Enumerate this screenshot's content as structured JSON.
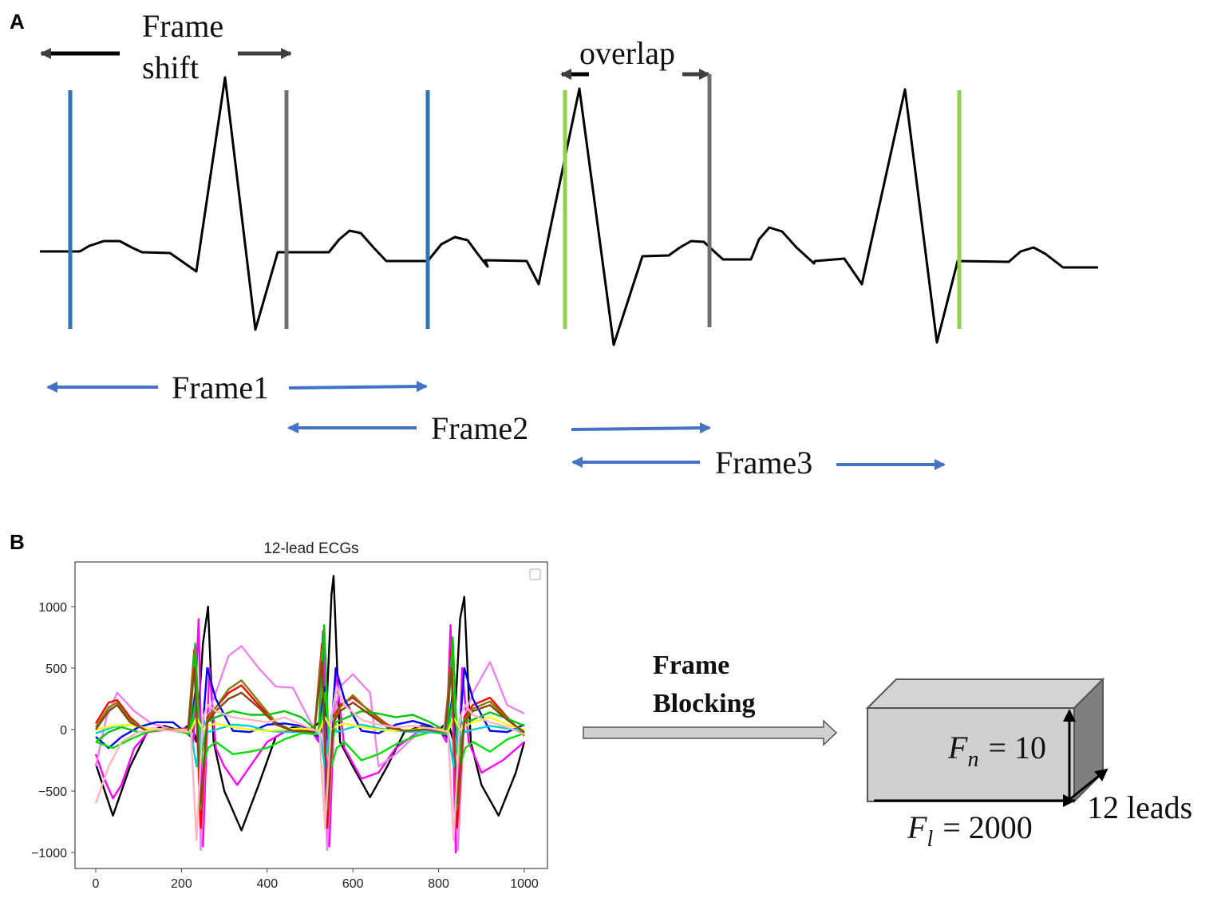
{
  "panel_a": {
    "label": "A",
    "frame_shift_line1": "Frame",
    "frame_shift_line2": "shift",
    "overlap_label": "overlap",
    "frame1_label": "Frame1",
    "frame2_label": "Frame2",
    "frame3_label": "Frame3",
    "colors": {
      "frame1_boundary": "#2e75b6",
      "frame2_boundary": "#707070",
      "frame3_boundary": "#92d050",
      "span_arrow": "#4472c4",
      "signal": "#000000"
    }
  },
  "panel_b": {
    "label": "B",
    "arrow_label_line1": "Frame",
    "arrow_label_line2": "Blocking",
    "block": {
      "fn_symbol": "F",
      "fn_sub": "n",
      "fn_value": "= 10",
      "fl_symbol": "F",
      "fl_sub": "l",
      "fl_value": "= 2000",
      "leads_label": "12 leads"
    }
  },
  "chart_data": {
    "type": "line",
    "title": "12-lead ECGs",
    "xlabel": "",
    "ylabel": "",
    "xlim": [
      -20,
      1005
    ],
    "ylim": [
      -1120,
      1350
    ],
    "xticks": [
      0,
      200,
      400,
      600,
      800,
      1000
    ],
    "yticks": [
      -1000,
      -500,
      0,
      500,
      1000
    ],
    "legend": "top-right (empty box)",
    "grid": false,
    "series": [
      {
        "color": "#000000",
        "amp": 1.0,
        "base": -0.15,
        "x": [
          0,
          40,
          80,
          120,
          160,
          200,
          222,
          235,
          250,
          262,
          275,
          300,
          340,
          380,
          420,
          460,
          500,
          522,
          535,
          550,
          555,
          570,
          600,
          640,
          680,
          720,
          760,
          800,
          822,
          835,
          850,
          860,
          875,
          900,
          940,
          980,
          1000
        ],
        "y": [
          -280,
          -700,
          -300,
          -20,
          30,
          -10,
          50,
          -100,
          700,
          1000,
          -100,
          -500,
          -820,
          -450,
          -60,
          20,
          0,
          60,
          -100,
          1100,
          1250,
          -100,
          -300,
          -550,
          -300,
          -20,
          30,
          0,
          60,
          -100,
          900,
          1080,
          -100,
          -450,
          -700,
          -350,
          -100
        ]
      },
      {
        "color": "#ff00ff",
        "amp": 0.9,
        "base": 0.0,
        "x": [
          0,
          20,
          40,
          60,
          90,
          130,
          170,
          210,
          228,
          240,
          250,
          265,
          280,
          300,
          330,
          360,
          400,
          450,
          500,
          520,
          530,
          545,
          560,
          580,
          620,
          660,
          700,
          760,
          800,
          818,
          828,
          840,
          855,
          870,
          900,
          950,
          1000
        ],
        "y": [
          -200,
          -400,
          -560,
          -450,
          -150,
          10,
          0,
          10,
          -100,
          900,
          -950,
          500,
          -150,
          -300,
          -450,
          -300,
          -100,
          0,
          10,
          -100,
          800,
          -950,
          500,
          -150,
          -400,
          -350,
          -150,
          0,
          10,
          -100,
          850,
          -1000,
          500,
          -100,
          -350,
          -250,
          -100
        ]
      },
      {
        "color": "#ee82ee",
        "amp": 1.0,
        "base": 0.0,
        "x": [
          0,
          25,
          50,
          90,
          130,
          180,
          215,
          232,
          245,
          260,
          280,
          310,
          340,
          380,
          420,
          460,
          510,
          525,
          540,
          555,
          570,
          600,
          640,
          660,
          700,
          760,
          812,
          830,
          845,
          860,
          880,
          920,
          960,
          1000
        ],
        "y": [
          -300,
          100,
          300,
          150,
          50,
          0,
          -10,
          600,
          -980,
          100,
          300,
          600,
          680,
          500,
          350,
          340,
          0,
          500,
          -980,
          100,
          350,
          450,
          300,
          -300,
          -200,
          0,
          -10,
          500,
          -980,
          100,
          300,
          550,
          200,
          130
        ]
      },
      {
        "color": "#ff0000",
        "amp": 1.0,
        "base": 0.0,
        "x": [
          0,
          30,
          50,
          80,
          120,
          170,
          215,
          230,
          245,
          260,
          280,
          310,
          340,
          380,
          420,
          460,
          510,
          528,
          540,
          555,
          570,
          600,
          640,
          680,
          720,
          770,
          815,
          830,
          843,
          860,
          880,
          920,
          960,
          1000
        ],
        "y": [
          50,
          220,
          240,
          100,
          -20,
          0,
          -10,
          650,
          -800,
          100,
          180,
          300,
          360,
          200,
          50,
          -20,
          -10,
          700,
          -800,
          100,
          200,
          260,
          150,
          40,
          -10,
          0,
          -10,
          650,
          -800,
          100,
          200,
          260,
          100,
          -50
        ]
      },
      {
        "color": "#808000",
        "amp": 1.0,
        "base": 0.0,
        "x": [
          0,
          30,
          50,
          80,
          120,
          170,
          215,
          230,
          245,
          260,
          280,
          310,
          340,
          380,
          420,
          460,
          510,
          528,
          540,
          555,
          570,
          600,
          640,
          680,
          720,
          770,
          815,
          830,
          843,
          860,
          880,
          920,
          960,
          1000
        ],
        "y": [
          20,
          180,
          220,
          80,
          -10,
          0,
          -10,
          600,
          -650,
          80,
          180,
          330,
          400,
          230,
          60,
          -10,
          -10,
          650,
          -650,
          80,
          180,
          280,
          140,
          30,
          -10,
          0,
          -10,
          600,
          -650,
          80,
          170,
          230,
          90,
          -30
        ]
      },
      {
        "color": "#0000ff",
        "amp": 1.0,
        "base": 0.0,
        "x": [
          0,
          30,
          60,
          100,
          140,
          180,
          220,
          232,
          245,
          260,
          280,
          320,
          360,
          400,
          440,
          480,
          520,
          533,
          545,
          560,
          580,
          620,
          660,
          700,
          740,
          780,
          820,
          833,
          845,
          860,
          880,
          920,
          960,
          1000
        ],
        "y": [
          -60,
          -150,
          -60,
          20,
          60,
          60,
          -50,
          300,
          -200,
          500,
          250,
          -10,
          -20,
          40,
          50,
          30,
          -60,
          350,
          -250,
          500,
          250,
          -10,
          -30,
          40,
          70,
          30,
          -60,
          300,
          -200,
          500,
          250,
          -10,
          -20,
          40
        ]
      },
      {
        "color": "#00c800",
        "amp": 1.0,
        "base": 0.0,
        "x": [
          0,
          30,
          60,
          100,
          140,
          180,
          220,
          232,
          245,
          260,
          280,
          320,
          360,
          400,
          440,
          480,
          520,
          533,
          545,
          560,
          580,
          620,
          660,
          700,
          740,
          780,
          820,
          833,
          845,
          860,
          880,
          920,
          960,
          1000
        ],
        "y": [
          -100,
          -20,
          20,
          -20,
          -10,
          0,
          -20,
          700,
          -250,
          60,
          100,
          150,
          120,
          120,
          150,
          100,
          -20,
          850,
          -260,
          60,
          90,
          150,
          130,
          100,
          120,
          60,
          -20,
          750,
          -250,
          60,
          80,
          140,
          90,
          30
        ]
      },
      {
        "color": "#00e000",
        "amp": 1.0,
        "base": 0.0,
        "x": [
          0,
          40,
          80,
          120,
          160,
          200,
          222,
          235,
          250,
          262,
          280,
          320,
          360,
          400,
          440,
          480,
          522,
          535,
          550,
          562,
          580,
          620,
          660,
          700,
          740,
          780,
          822,
          835,
          850,
          862,
          880,
          920,
          960,
          1000
        ],
        "y": [
          -100,
          -150,
          -80,
          -20,
          0,
          -20,
          -40,
          300,
          -300,
          -150,
          -100,
          -200,
          -180,
          -150,
          -80,
          -30,
          -40,
          300,
          -300,
          -150,
          -100,
          -250,
          -200,
          -120,
          -60,
          -20,
          -40,
          300,
          -300,
          -150,
          -100,
          -180,
          -80,
          -30
        ]
      },
      {
        "color": "#00d0d0",
        "amp": 1.0,
        "base": 0.0,
        "x": [
          0,
          40,
          80,
          120,
          160,
          200,
          222,
          235,
          250,
          262,
          280,
          320,
          360,
          400,
          440,
          480,
          522,
          535,
          550,
          562,
          580,
          620,
          660,
          700,
          740,
          780,
          822,
          835,
          850,
          862,
          880,
          920,
          960,
          1000
        ],
        "y": [
          -30,
          20,
          40,
          10,
          0,
          -10,
          -20,
          -300,
          100,
          -20,
          0,
          40,
          30,
          -10,
          -20,
          -20,
          -20,
          -300,
          120,
          -20,
          0,
          40,
          10,
          -10,
          -20,
          -20,
          -20,
          -300,
          100,
          -20,
          0,
          30,
          10,
          -10
        ]
      },
      {
        "color": "#ffff00",
        "amp": 1.0,
        "base": 0.0,
        "x": [
          0,
          40,
          80,
          120,
          160,
          200,
          222,
          235,
          250,
          262,
          280,
          320,
          360,
          400,
          440,
          480,
          522,
          535,
          550,
          562,
          580,
          620,
          660,
          700,
          740,
          780,
          822,
          835,
          850,
          862,
          880,
          920,
          960,
          1000
        ],
        "y": [
          0,
          30,
          40,
          10,
          0,
          0,
          -10,
          100,
          0,
          30,
          50,
          20,
          0,
          -10,
          0,
          10,
          -10,
          100,
          0,
          30,
          50,
          20,
          0,
          -10,
          0,
          10,
          -10,
          100,
          0,
          30,
          60,
          100,
          40,
          0
        ]
      },
      {
        "color": "#8b4513",
        "amp": 1.0,
        "base": 0.0,
        "x": [
          0,
          30,
          50,
          80,
          120,
          170,
          215,
          230,
          245,
          260,
          280,
          310,
          340,
          380,
          420,
          460,
          510,
          528,
          540,
          555,
          570,
          600,
          640,
          680,
          720,
          770,
          815,
          830,
          843,
          860,
          880,
          920,
          960,
          1000
        ],
        "y": [
          0,
          150,
          200,
          60,
          -10,
          0,
          -20,
          500,
          -600,
          60,
          150,
          250,
          300,
          180,
          40,
          -10,
          -20,
          550,
          -600,
          60,
          150,
          220,
          120,
          20,
          -10,
          0,
          -20,
          500,
          -600,
          60,
          150,
          200,
          80,
          -20
        ]
      },
      {
        "color": "#ffb6c1",
        "amp": 1.0,
        "base": 0.0,
        "x": [
          0,
          30,
          60,
          100,
          140,
          180,
          222,
          235,
          250,
          262,
          280,
          320,
          360,
          400,
          440,
          480,
          522,
          535,
          550,
          562,
          580,
          620,
          660,
          700,
          740,
          780,
          822,
          835,
          850,
          862,
          880,
          920,
          960,
          1000
        ],
        "y": [
          -600,
          -300,
          -100,
          -20,
          0,
          -10,
          -20,
          -900,
          100,
          200,
          150,
          100,
          80,
          60,
          100,
          40,
          -20,
          -800,
          100,
          350,
          200,
          80,
          40,
          20,
          30,
          10,
          -20,
          -900,
          100,
          200,
          120,
          60,
          20,
          -40
        ]
      }
    ]
  }
}
